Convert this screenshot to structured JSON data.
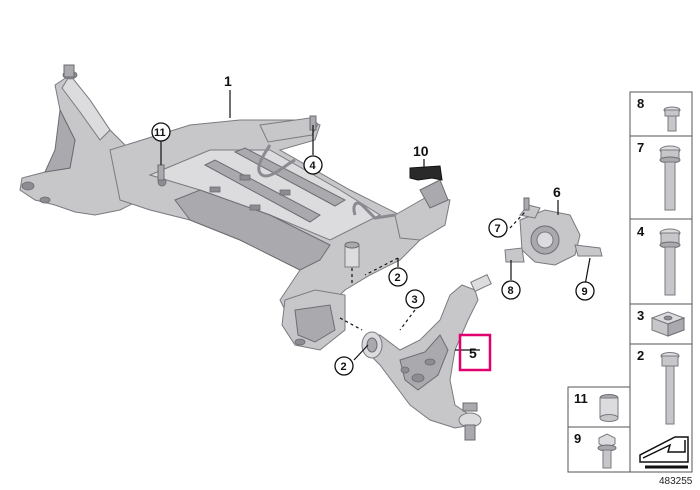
{
  "callouts": {
    "c1": "1",
    "c4": "4",
    "c11": "11",
    "c10": "10",
    "c6": "6",
    "c7": "7",
    "c2a": "2",
    "c3": "3",
    "c5": "5",
    "c2b": "2",
    "c8": "8",
    "c9": "9"
  },
  "parts_list": {
    "p8": "8",
    "p7": "7",
    "p4": "4",
    "p3": "3",
    "p2": "2",
    "p11": "11",
    "p9": "9"
  },
  "doc_number": "483255",
  "highlight_color": "#e0006e"
}
